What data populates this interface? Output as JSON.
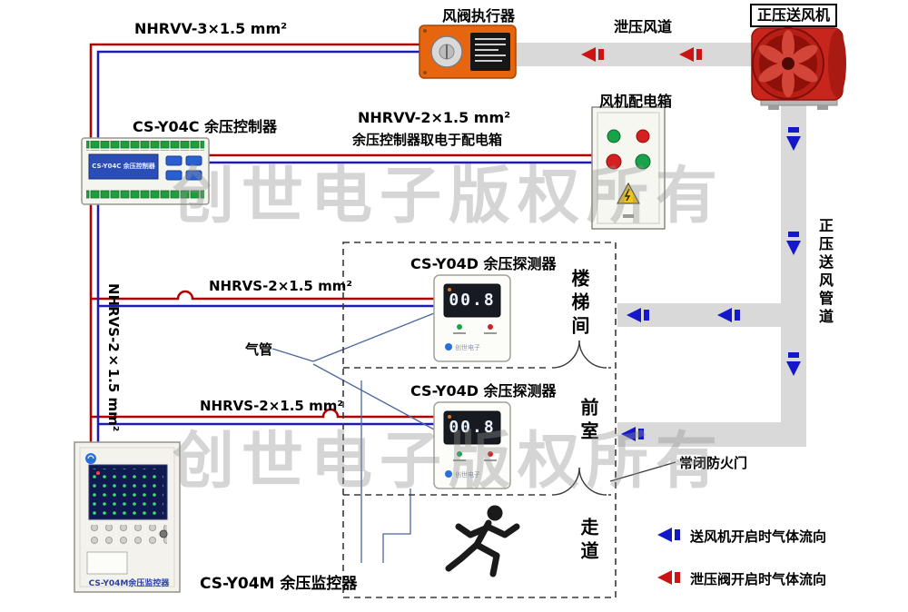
{
  "diagram": {
    "watermark": "创世电子版权所有",
    "cables": {
      "actuator": "NHRVV-3×1.5 mm²",
      "power": "NHRVV-2×1.5 mm²",
      "power_note": "余压控制器取电于配电箱",
      "detector1": "NHRVS-2×1.5 mm²",
      "detector2": "NHRVS-2×1.5 mm²",
      "monitor": "NHRVS-2×1.5 mm²"
    },
    "ducts": {
      "relief": "泄压风道",
      "supply": "正压送风管道"
    },
    "devices": {
      "actuator": {
        "title": "风阀执行器"
      },
      "fan": {
        "title": "正压送风机"
      },
      "power_box": {
        "title": "风机配电箱"
      },
      "controller": {
        "title": "CS-Y04C 余压控制器",
        "lcd_text": "CS-Y04C 余压控制器"
      },
      "detector1": {
        "title": "CS-Y04D 余压探测器",
        "reading": "00.8",
        "brand": "创世电子"
      },
      "detector2": {
        "title": "CS-Y04D 余压探测器",
        "reading": "00.8",
        "brand": "创世电子"
      },
      "monitor": {
        "title": "CS-Y04M 余压监控器",
        "panel_label": "CS-Y04M余压监控器"
      }
    },
    "rooms": {
      "stairwell": "楼梯间",
      "front_room": "前室",
      "corridor": "走道"
    },
    "annotations": {
      "air_pipe": "气管",
      "fire_door": "常闭防火门"
    },
    "colors": {
      "supply_flow": "#1418c8",
      "relief_flow": "#cc1414",
      "wire_red": "#b20000",
      "wire_blue": "#1c1cb4",
      "duct": "#d9d9d9"
    },
    "legend": [
      {
        "color": "#1418c8",
        "text": "送风机开启时气体流向"
      },
      {
        "color": "#cc1414",
        "text": "泄压阀开启时气体流向"
      }
    ]
  }
}
